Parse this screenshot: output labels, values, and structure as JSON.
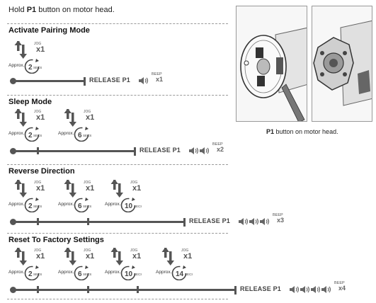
{
  "intro": {
    "prefix": "Hold ",
    "button": "P1",
    "suffix": " button on motor head."
  },
  "labels": {
    "jog": "JOG",
    "times": "x1",
    "approx": "Approx.",
    "secs": "SECS",
    "release": "RELEASE P1",
    "beep": "BEEP"
  },
  "sections": [
    {
      "title": "Activate Pairing Mode",
      "steps": [
        "2"
      ],
      "beeps": 1,
      "beep_mult": "x1"
    },
    {
      "title": "Sleep Mode",
      "steps": [
        "2",
        "6"
      ],
      "beeps": 2,
      "beep_mult": "x2"
    },
    {
      "title": "Reverse Direction",
      "steps": [
        "2",
        "6",
        "10"
      ],
      "beeps": 3,
      "beep_mult": "x3"
    },
    {
      "title": "Reset To Factory Settings",
      "steps": [
        "2",
        "6",
        "10",
        "14"
      ],
      "beeps": 4,
      "beep_mult": "x4"
    }
  ],
  "caption": {
    "button": "P1",
    "suffix": " button on motor head."
  }
}
